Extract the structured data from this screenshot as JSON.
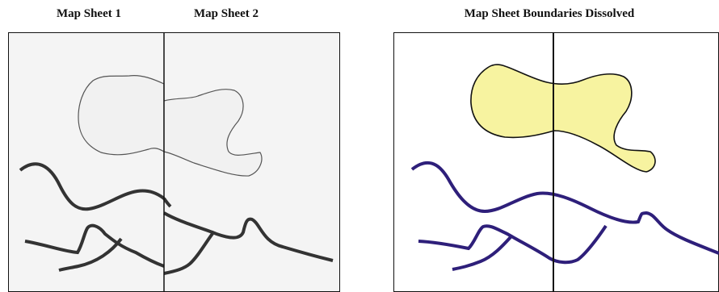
{
  "titles": {
    "sheet1": "Map Sheet 1",
    "sheet2": "Map Sheet 2",
    "dissolved": "Map Sheet Boundaries Dissolved"
  },
  "colors": {
    "left_fill": "#f4f4f4",
    "left_polygon_fill": "#f1f1f1",
    "left_polygon_stroke": "#555555",
    "left_line": "#333333",
    "right_fill": "#ffffff",
    "right_polygon_fill": "#f7f3a0",
    "right_polygon_stroke": "#111111",
    "right_line": "#2e1f7a",
    "frame": "#111111"
  }
}
